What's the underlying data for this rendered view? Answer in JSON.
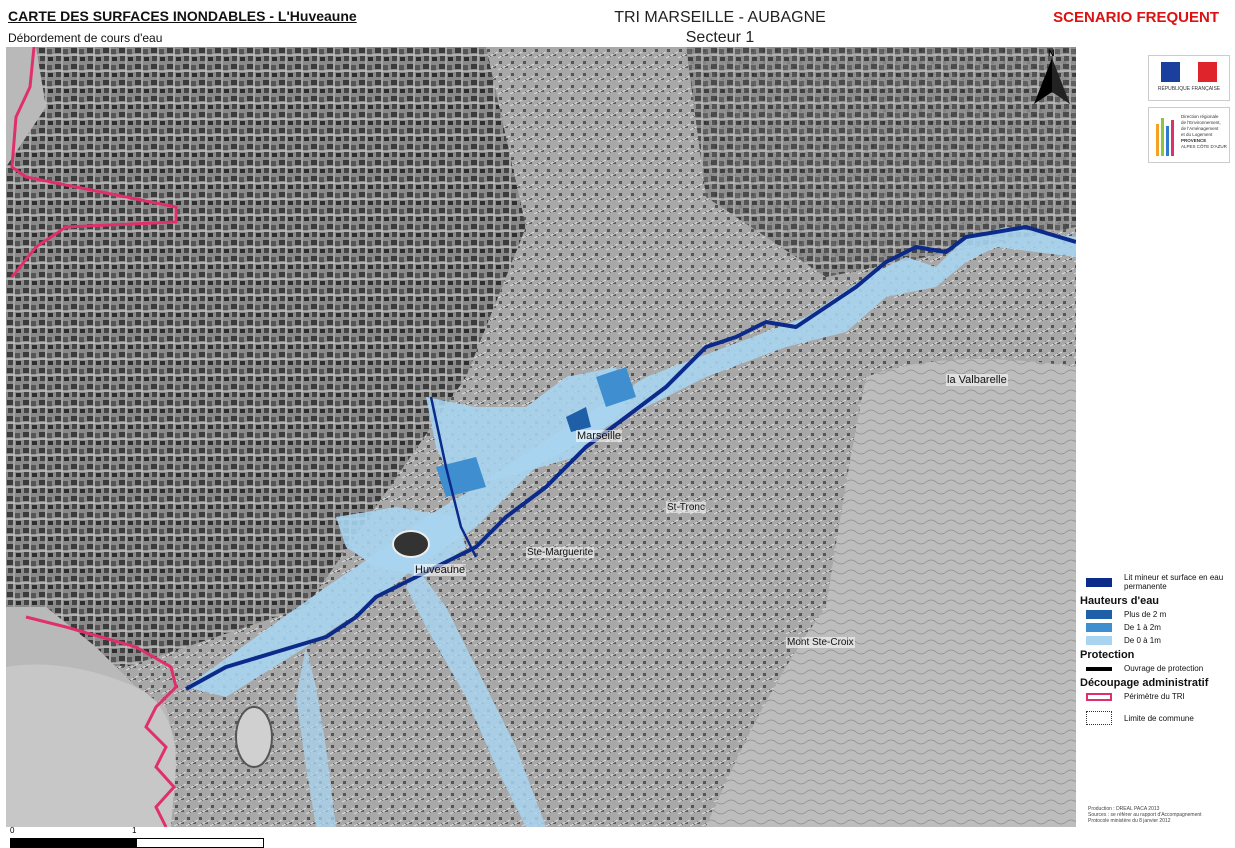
{
  "header": {
    "title": "CARTE DES SURFACES INONDABLES - L'Huveaune",
    "subtitle": "Débordement de cours d'eau",
    "center_line1": "TRI MARSEILLE - AUBAGNE",
    "center_line2": "Secteur 1",
    "scenario": "SCENARIO FREQUENT"
  },
  "north_label": "N",
  "map_labels": {
    "marseille": "Marseille",
    "huveaune": "Huveaune",
    "valbarelle": "la Valbarelle",
    "st_marguerite": "Ste-Marguerite",
    "st_tronc": "St-Tronc",
    "mont_ste_croix": "Mont Ste-Croix"
  },
  "logos": {
    "republique": "RÉPUBLIQUE FRANÇAISE",
    "dreal_lines": [
      "Direction régionale",
      "de l'Environnement,",
      "de l'Aménagement",
      "et du Logement",
      "PROVENCE",
      "ALPES CÔTE D'AZUR"
    ]
  },
  "legend": {
    "lit_mineur": "Lit mineur et surface en eau permanente",
    "hauteurs_title": "Hauteurs d'eau",
    "plus2": "Plus de 2 m",
    "de1a2": "De 1 à 2m",
    "de0a1": "De 0 à 1m",
    "protection_title": "Protection",
    "ouvrage": "Ouvrage de protection",
    "decoupage_title": "Découpage administratif",
    "perimetre": "Périmètre du TRI",
    "limite": "Limite de commune"
  },
  "credits": [
    "Production : DREAL PACA 2013",
    "Sources : se référer au rapport d'Accompagnement",
    "Protocole ministère du 8 janvier 2012"
  ],
  "scale": {
    "start": "0",
    "mid": "1"
  },
  "colors": {
    "lit_mineur": "#0b2a8a",
    "plus2": "#1f5fa8",
    "de1a2": "#3f8fd0",
    "de0a1": "#a9d4f0",
    "perimetre": "#e0306a",
    "ouvrage": "#000000",
    "scenario": "#dd1111"
  }
}
